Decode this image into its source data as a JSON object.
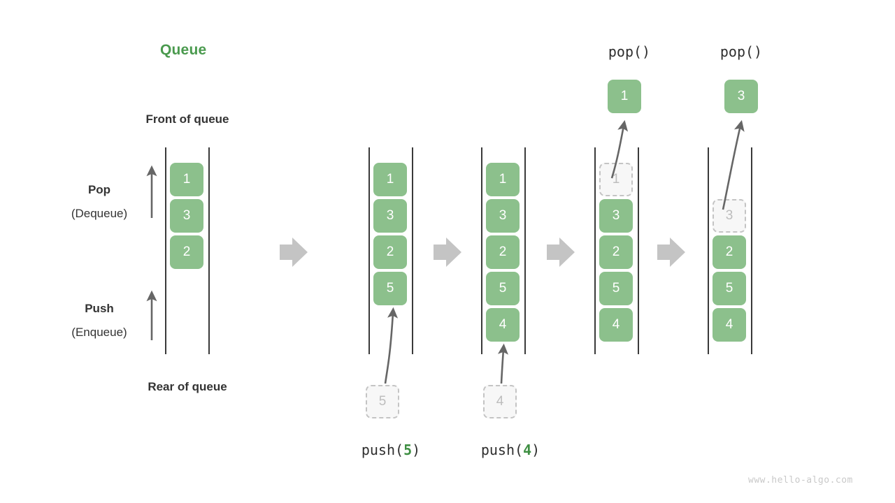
{
  "title": "Queue",
  "labels": {
    "front_of_queue": "Front of queue",
    "rear_of_queue": "Rear of queue",
    "pop": "Pop",
    "pop_sub": "(Dequeue)",
    "push": "Push",
    "push_sub": "(Enqueue)"
  },
  "watermark": "www.hello-algo.com",
  "colors": {
    "title_green": "#4a9a4e",
    "cell_green": "#8cc08c",
    "cell_text": "#ffffff",
    "ghost_fill": "#f7f7f7",
    "ghost_border": "#c4c4c4",
    "ghost_text": "#bdbdbd",
    "rail": "#3a3a3a",
    "arrow_gray": "#c4c4c4",
    "pointer_gray": "#666666",
    "label_text": "#333333",
    "watermark_gray": "#c9c9c9"
  },
  "columns": [
    {
      "name": "initial-queue",
      "caption": "",
      "caption_prefix": "",
      "caption_arg": "",
      "caption_suffix": "",
      "cells": [
        "1",
        "3",
        "2"
      ],
      "ghost_index": -1,
      "incoming": null,
      "popped": null
    },
    {
      "name": "after-push-5",
      "caption_prefix": "push(",
      "caption_arg": "5",
      "caption_suffix": ")",
      "cells": [
        "1",
        "3",
        "2",
        "5"
      ],
      "ghost_index": -1,
      "incoming": "5",
      "popped": null
    },
    {
      "name": "after-push-4",
      "caption_prefix": "push(",
      "caption_arg": "4",
      "caption_suffix": ")",
      "cells": [
        "1",
        "3",
        "2",
        "5",
        "4"
      ],
      "ghost_index": -1,
      "incoming": "4",
      "popped": null
    },
    {
      "name": "after-pop-1",
      "caption_prefix": "pop()",
      "caption_arg": "",
      "caption_suffix": "",
      "cells": [
        "1",
        "3",
        "2",
        "5",
        "4"
      ],
      "ghost_index": 0,
      "incoming": null,
      "popped": "1"
    },
    {
      "name": "after-pop-3",
      "caption_prefix": "pop()",
      "caption_arg": "",
      "caption_suffix": "",
      "cells": [
        "",
        "3",
        "2",
        "5",
        "4"
      ],
      "ghost_index": 1,
      "incoming": null,
      "popped": "3"
    }
  ],
  "headers": {
    "col4_pop": "pop()",
    "col5_pop": "pop()"
  },
  "transition_arrows": 4
}
